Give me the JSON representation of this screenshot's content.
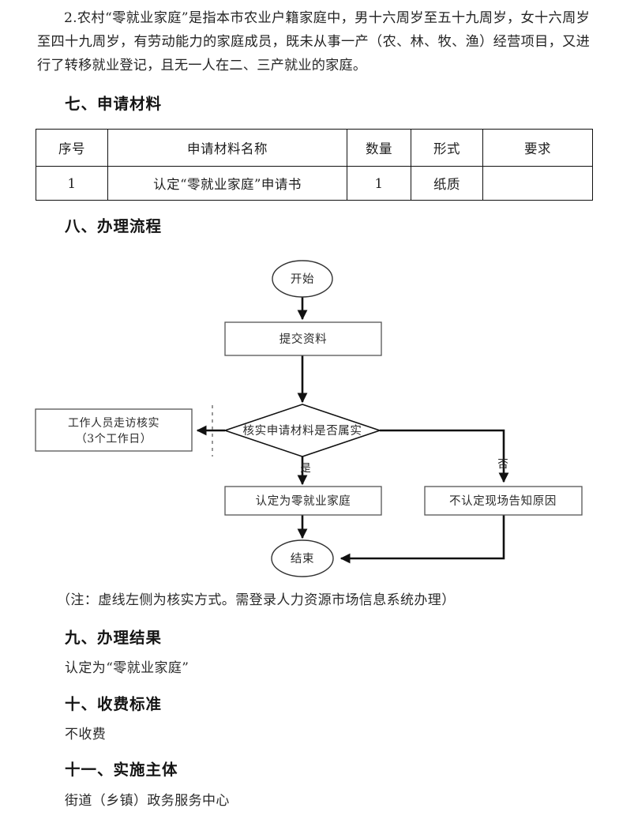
{
  "document": {
    "intro_paragraph": "2.农村“零就业家庭”是指本市农业户籍家庭中，男十六周岁至五十九周岁，女十六周岁至四十九周岁，有劳动能力的家庭成员，既未从事一产（农、林、牧、渔）经营项目，又进行了转移就业登记，且无一人在二、三产就业的家庭。",
    "sections": {
      "materials": {
        "heading": "七、申请材料",
        "table": {
          "headers": [
            "序号",
            "申请材料名称",
            "数量",
            "形式",
            "要求"
          ],
          "rows": [
            [
              "1",
              "认定“零就业家庭”申请书",
              "1",
              "纸质",
              ""
            ]
          ]
        }
      },
      "process": {
        "heading": "八、办理流程",
        "note": "（注：虚线左侧为核实方式。需登录人力资源市场信息系统办理）",
        "flowchart": {
          "start": "开始",
          "submit": "提交资料",
          "decision": "核实申请材料是否属实",
          "visit_line1": "工作人员走访核实",
          "visit_line2": "（3个工作日）",
          "label_yes": "是",
          "label_no": "否",
          "approve": "认定为零就业家庭",
          "reject": "不认定现场告知原因",
          "end": "结束"
        }
      },
      "result": {
        "heading": "九、办理结果",
        "text": "认定为“零就业家庭”"
      },
      "fees": {
        "heading": "十、收费标准",
        "text": "不收费"
      },
      "authority": {
        "heading": "十一、实施主体",
        "text": "街道（乡镇）政务服务中心"
      }
    }
  }
}
